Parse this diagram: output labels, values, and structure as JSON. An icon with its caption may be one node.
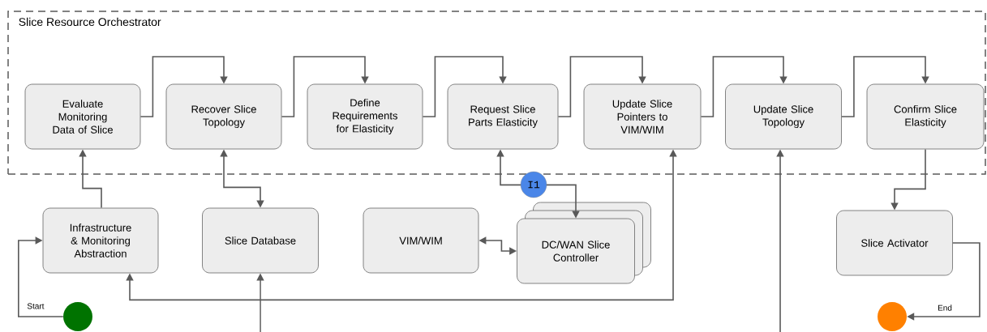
{
  "diagram": {
    "nodes": [
      {
        "text": [
          "Slice Resource Orchestrator"
        ]
      },
      {
        "text": [
          "Evaluate Monitoring Data of Slice"
        ],
        "in": 0
      },
      {
        "text": [
          "Recover Slice Topology"
        ],
        "in": 0
      },
      {
        "text": [
          "Define Requirements for Elasticity"
        ],
        "in": 0
      },
      {
        "text": [
          "Request Slice Parts Elasticity"
        ],
        "in": 0
      },
      {
        "text": [
          "Update Slice Pointers to VIM/WIM"
        ],
        "in": 0
      },
      {
        "text": [
          "Update Slice Topology"
        ],
        "in": 0
      },
      {
        "text": [
          "Confirm Slice Elasticity"
        ],
        "in": 0
      },
      {
        "text": [
          "Infrastructure & Monitoring Abstraction"
        ]
      },
      {
        "text": [
          "Slice Database"
        ]
      },
      {
        "text": [
          "VIM/WIM"
        ]
      },
      {
        "text": [
          "DC/WAN Slice Controller"
        ]
      },
      {
        "text": [
          "Slice Activator"
        ]
      },
      {
        "text": [],
        "shape": "circle",
        "beside": [
          "Start"
        ]
      },
      {
        "text": [],
        "shape": "circle",
        "beside": [
          "End"
        ]
      }
    ],
    "edges": [
      {
        "from": 1,
        "to": 2,
        "arrow": "to"
      },
      {
        "from": 2,
        "to": 3,
        "arrow": "to"
      },
      {
        "from": 3,
        "to": 4,
        "arrow": "to"
      },
      {
        "from": 4,
        "to": 5,
        "arrow": "to"
      },
      {
        "from": 5,
        "to": 6,
        "arrow": "to"
      },
      {
        "from": 6,
        "to": 7,
        "arrow": "to"
      },
      {
        "from": 8,
        "to": 1,
        "arrow": "to"
      },
      {
        "from": 2,
        "to": 9,
        "arrow": "both"
      },
      {
        "from": 4,
        "to": 11,
        "arrow": "both",
        "label": "I1"
      },
      {
        "from": 10,
        "to": 11,
        "arrow": "both"
      },
      {
        "from": 8,
        "to": 5,
        "arrow": "both"
      },
      {
        "from": null,
        "to": 9,
        "arrow": "to"
      },
      {
        "from": null,
        "to": 6,
        "arrow": "to"
      },
      {
        "from": 7,
        "to": 12,
        "arrow": "to"
      },
      {
        "from": 13,
        "to": 8,
        "arrow": "to"
      },
      {
        "from": 12,
        "to": 14,
        "arrow": "to"
      }
    ]
  }
}
